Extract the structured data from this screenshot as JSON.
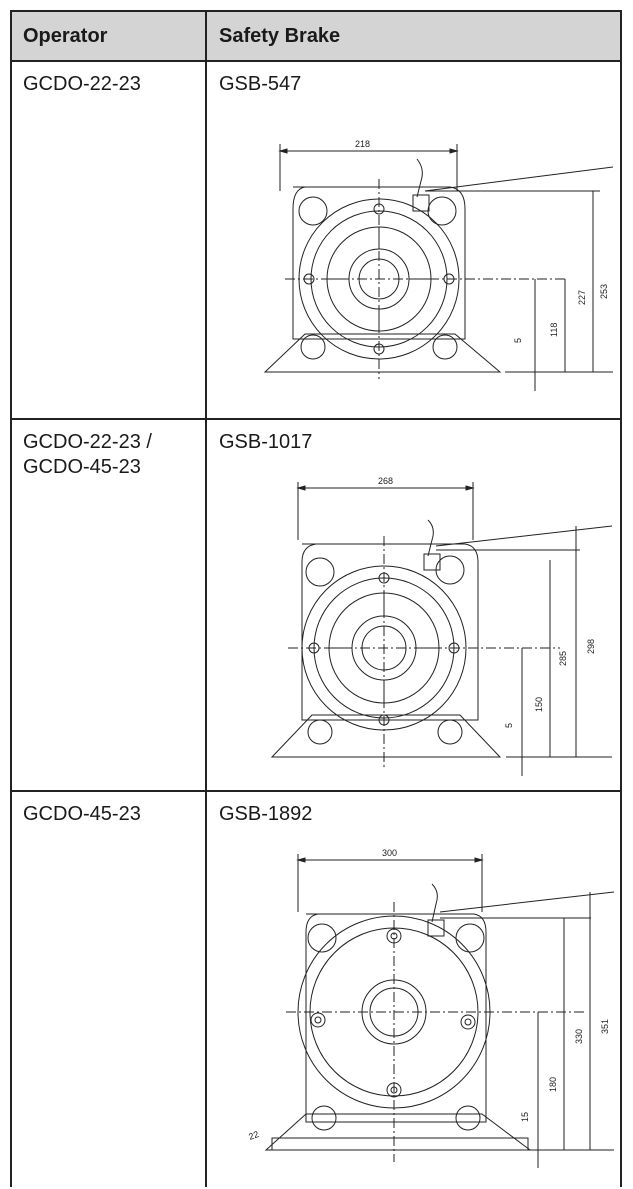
{
  "table": {
    "headers": {
      "operator": "Operator",
      "brake": "Safety Brake"
    },
    "rows": [
      {
        "operator_lines": [
          "GCDO-22-23"
        ],
        "brake": "GSB-547",
        "dims": {
          "width": "218",
          "h1": "5",
          "h2": "118",
          "h3": "227",
          "h4": "253"
        }
      },
      {
        "operator_lines": [
          "GCDO-22-23 /",
          "GCDO-45-23"
        ],
        "brake": "GSB-1017",
        "dims": {
          "width": "268",
          "h1": "5",
          "h2": "150",
          "h3": "285",
          "h4": "298"
        }
      },
      {
        "operator_lines": [
          "GCDO-45-23"
        ],
        "brake": "GSB-1892",
        "dims": {
          "width": "300",
          "h1": "15",
          "h2": "180",
          "h3": "330",
          "h4": "351",
          "side": "22"
        }
      }
    ]
  }
}
